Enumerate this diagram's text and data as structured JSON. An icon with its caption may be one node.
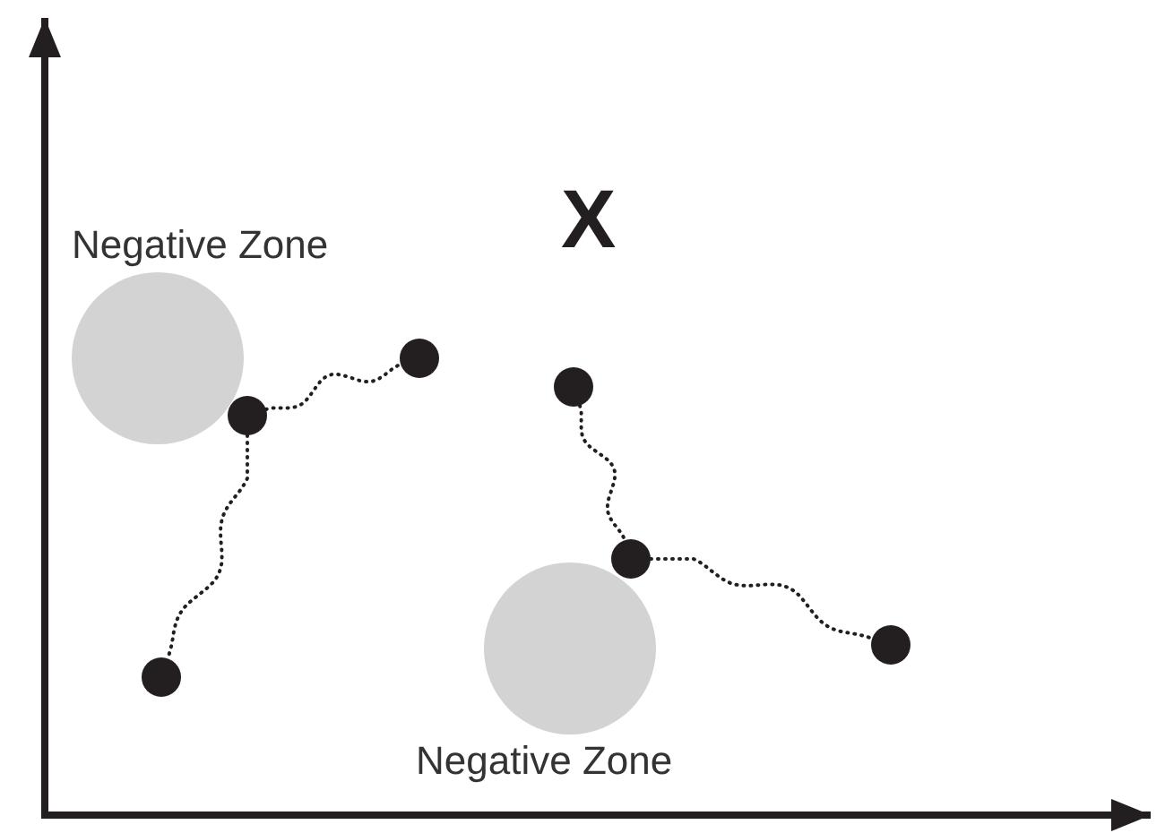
{
  "diagram": {
    "nodes": [
      {
        "text": [
          "Negative Zone"
        ]
      },
      {
        "text": [],
        "shape": "circle"
      },
      {
        "text": [],
        "shape": "circle"
      },
      {
        "text": [],
        "shape": "circle"
      },
      {
        "text": [],
        "shape": "circle"
      },
      {
        "text": [],
        "shape": "circle"
      },
      {
        "text": [],
        "shape": "circle"
      },
      {
        "text": [
          "Negative Zone"
        ]
      }
    ],
    "edges": [
      {
        "from": 1,
        "to": 2,
        "arrow": "none",
        "style": "dashed"
      },
      {
        "from": 1,
        "to": 3,
        "arrow": "none",
        "style": "dashed"
      },
      {
        "from": 4,
        "to": 5,
        "arrow": "none",
        "style": "dashed"
      },
      {
        "from": 5,
        "to": 6,
        "arrow": "none",
        "style": "dashed"
      }
    ],
    "labels": [
      "X"
    ]
  }
}
